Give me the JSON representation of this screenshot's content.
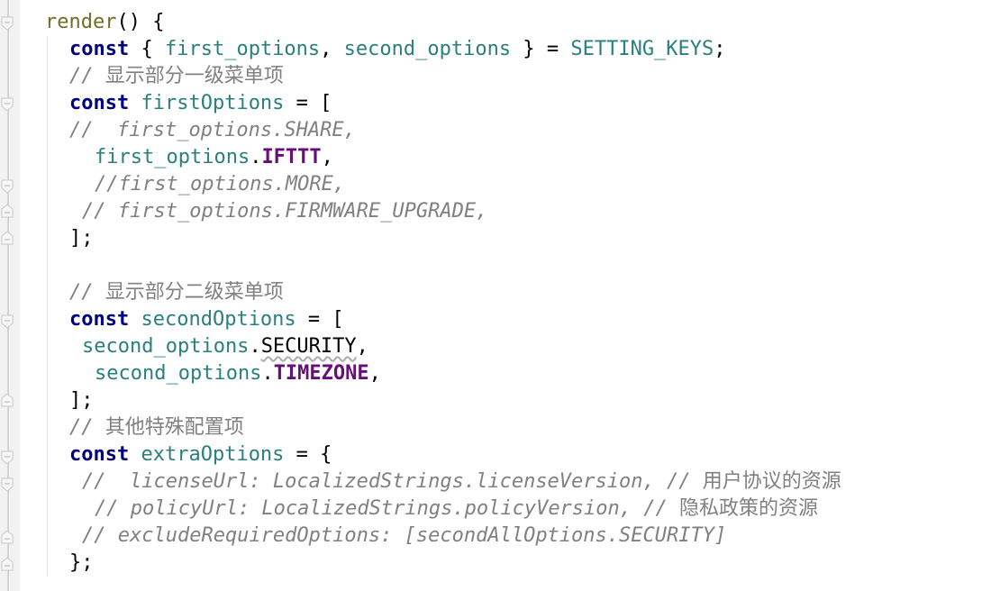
{
  "editor": {
    "gutter": {
      "fold_markers": [
        {
          "line": 1,
          "type": "open"
        },
        {
          "line": 4,
          "type": "open"
        },
        {
          "line": 7,
          "type": "open"
        },
        {
          "line": 8,
          "type": "close"
        },
        {
          "line": 9,
          "type": "close"
        },
        {
          "line": 12,
          "type": "open"
        },
        {
          "line": 15,
          "type": "close"
        },
        {
          "line": 17,
          "type": "open"
        },
        {
          "line": 18,
          "type": "open"
        },
        {
          "line": 20,
          "type": "close"
        },
        {
          "line": 21,
          "type": "close"
        }
      ]
    },
    "lines": {
      "l1": {
        "a": "render",
        "b": "() {"
      },
      "l2": {
        "kw": "const",
        "b": " { ",
        "c": "first_options",
        "d": ", ",
        "e": "second_options",
        "f": " } = ",
        "g": "SETTING_KEYS",
        "h": ";"
      },
      "l3": {
        "cm": "// ",
        "cn": "显示部分一级菜单项"
      },
      "l4": {
        "kw": "const",
        "b": " ",
        "c": "firstOptions",
        "d": " = ["
      },
      "l5": {
        "cm": "//  first_options.SHARE,"
      },
      "l6": {
        "a": "first_options",
        "b": ".",
        "c": "IFTTT",
        "d": ","
      },
      "l7": {
        "cm": "//first_options.MORE,"
      },
      "l8": {
        "cm": "// first_options.FIRMWARE_UPGRADE,"
      },
      "l9": {
        "a": "];"
      },
      "l11": {
        "cm": "// ",
        "cn": "显示部分二级菜单项"
      },
      "l12": {
        "kw": "const",
        "b": " ",
        "c": "secondOptions",
        "d": " = ["
      },
      "l13": {
        "a": "second_options",
        "b": ".",
        "c": "SECURITY",
        "d": ","
      },
      "l14": {
        "a": "second_options",
        "b": ".",
        "c": "TIMEZONE",
        "d": ","
      },
      "l15": {
        "a": "];"
      },
      "l16": {
        "cm": "// ",
        "cn": "其他特殊配置项"
      },
      "l17": {
        "kw": "const",
        "b": " ",
        "c": "extraOptions",
        "d": " = {"
      },
      "l18": {
        "cm": "//  licenseUrl: LocalizedStrings.licenseVersion, // ",
        "cn": "用户协议的资源"
      },
      "l19": {
        "cm": "// policyUrl: LocalizedStrings.policyVersion, // ",
        "cn": "隐私政策的资源"
      },
      "l20": {
        "cm": "// excludeRequiredOptions: [secondAllOptions.SECURITY]"
      },
      "l21": {
        "a": "};"
      }
    }
  }
}
